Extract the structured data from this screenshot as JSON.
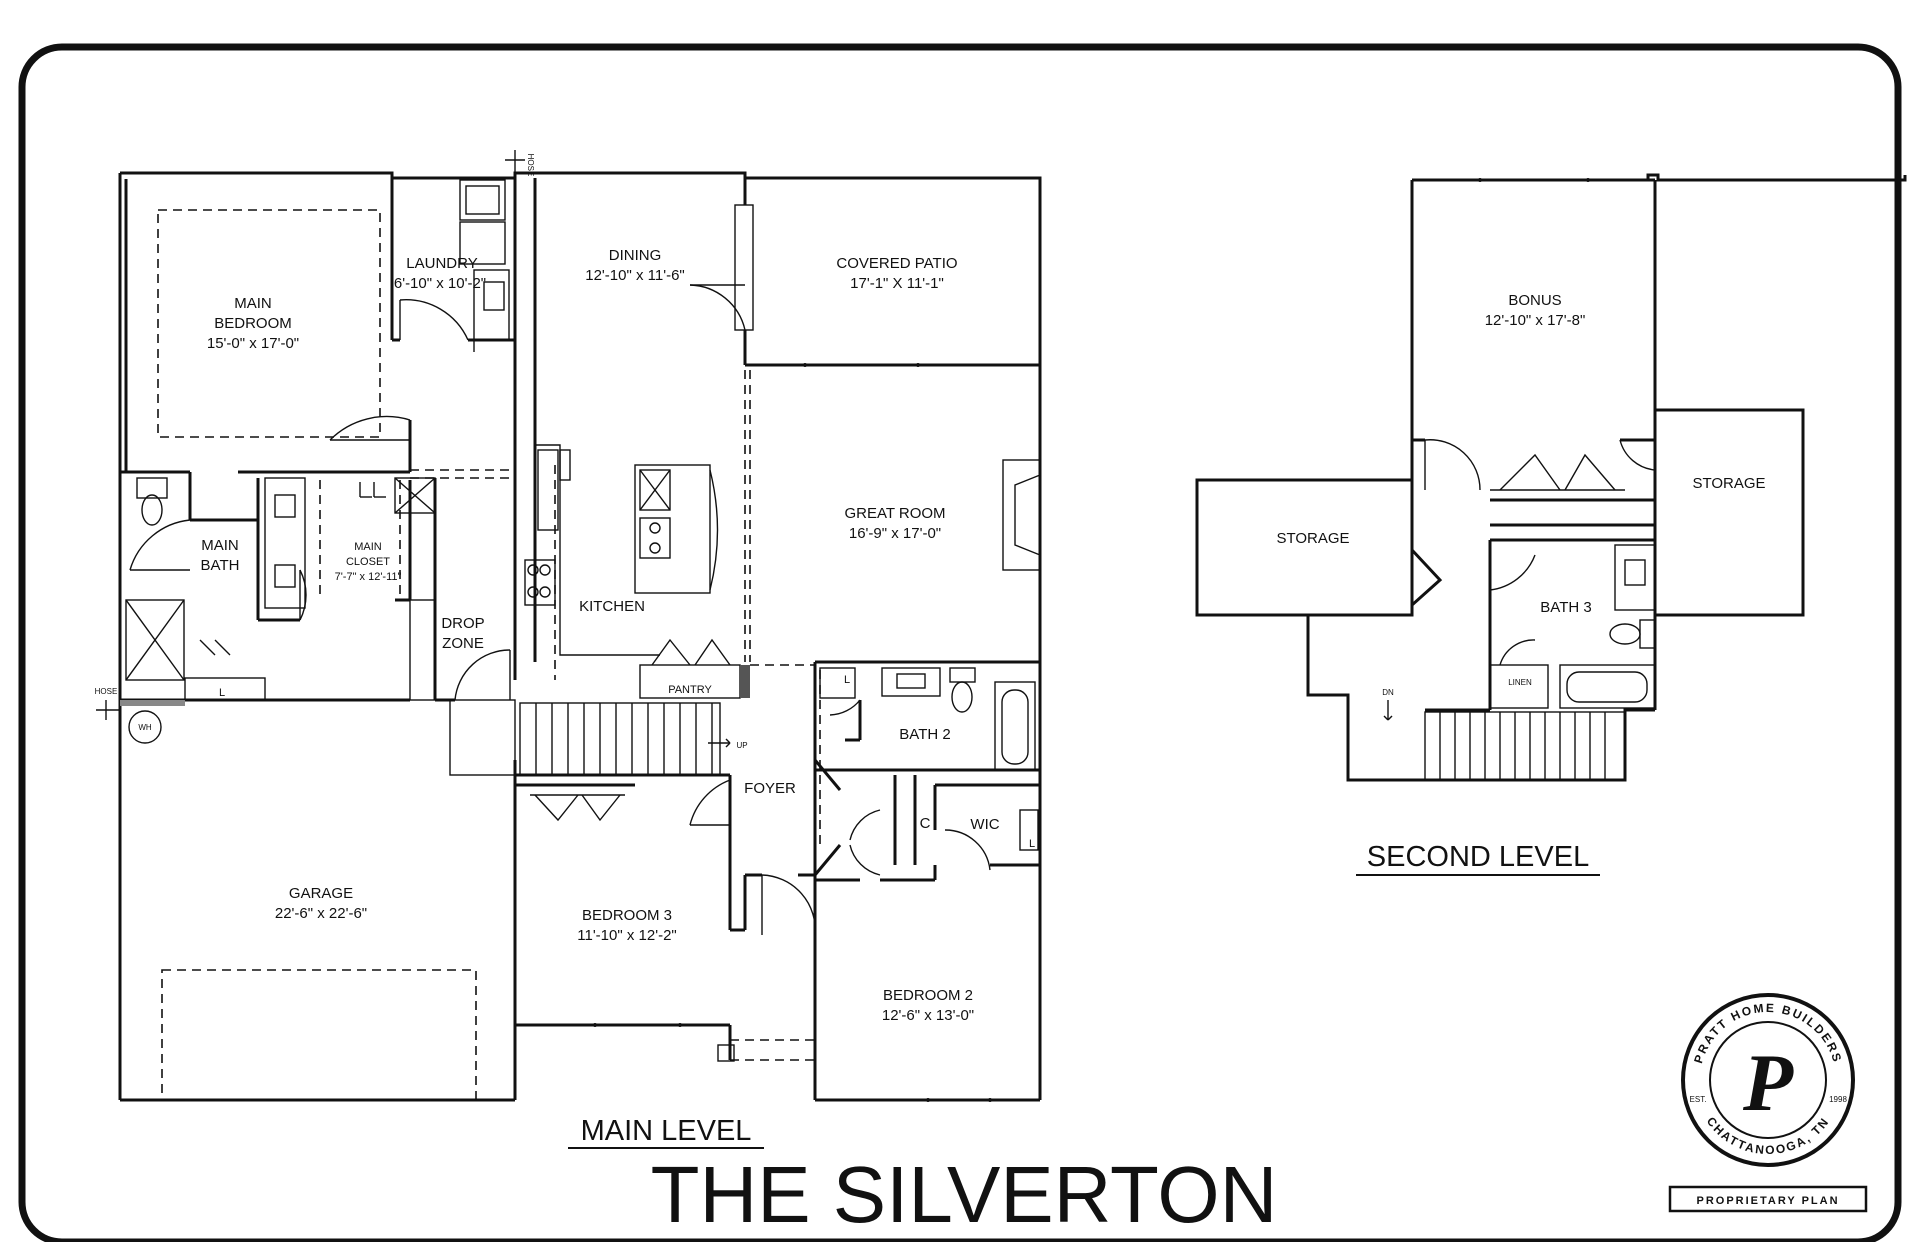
{
  "title": "THE SILVERTON",
  "main_level_label": "MAIN LEVEL",
  "second_level_label": "SECOND LEVEL",
  "rooms": {
    "main_bedroom": {
      "name1": "MAIN",
      "name2": "BEDROOM",
      "size": "15'-0\" x 17'-0\""
    },
    "laundry": {
      "name": "LAUNDRY",
      "size": "6'-10\" x 10'-2\""
    },
    "dining": {
      "name": "DINING",
      "size": "12'-10\" x 11'-6\""
    },
    "covered_patio": {
      "name": "COVERED PATIO",
      "size": "17'-1\" X 11'-1\""
    },
    "main_bath": {
      "name1": "MAIN",
      "name2": "BATH"
    },
    "main_closet": {
      "name1": "MAIN",
      "name2": "CLOSET",
      "size": "7'-7\" x 12'-11\""
    },
    "great_room": {
      "name": "GREAT ROOM",
      "size": "16'-9\" x 17'-0\""
    },
    "kitchen": {
      "name": "KITCHEN"
    },
    "drop_zone": {
      "name1": "DROP",
      "name2": "ZONE"
    },
    "pantry": {
      "name": "PANTRY"
    },
    "bath2": {
      "name": "BATH 2"
    },
    "foyer": {
      "name": "FOYER"
    },
    "wic": {
      "name": "WIC"
    },
    "garage": {
      "name": "GARAGE",
      "size": "22'-6\" x 22'-6\""
    },
    "bedroom3": {
      "name": "BEDROOM 3",
      "size": "11'-10\" x 12'-2\""
    },
    "bedroom2": {
      "name": "BEDROOM 2",
      "size": "12'-6\" x 13'-0\""
    },
    "bonus": {
      "name": "BONUS",
      "size": "12'-10\" x 17'-8\""
    },
    "storage_left": {
      "name": "STORAGE"
    },
    "storage_right": {
      "name": "STORAGE"
    },
    "bath3": {
      "name": "BATH 3"
    },
    "linen": {
      "name": "LINEN"
    }
  },
  "marks": {
    "linen_l": "L",
    "closet_c": "C",
    "water_heater": "WH",
    "hose": "HOSE",
    "up": "UP",
    "dn": "DN"
  },
  "seal": {
    "top_text": "PRATT HOME BUILDERS",
    "bottom_text": "CHATTANOOGA, TN",
    "letter": "P",
    "est": "EST.",
    "year": "1998",
    "plan_label": "PROPRIETARY PLAN"
  }
}
